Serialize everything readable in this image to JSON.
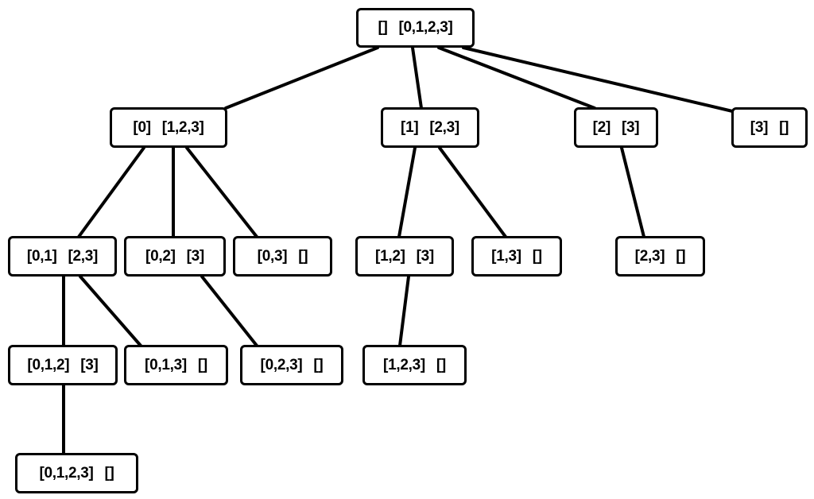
{
  "nodes": [
    {
      "id": "root",
      "left": "[]",
      "right": "[0,1,2,3]"
    },
    {
      "id": "n0",
      "left": "[0]",
      "right": "[1,2,3]"
    },
    {
      "id": "n1",
      "left": "[1]",
      "right": "[2,3]"
    },
    {
      "id": "n2",
      "left": "[2]",
      "right": "[3]"
    },
    {
      "id": "n3",
      "left": "[3]",
      "right": "[]"
    },
    {
      "id": "n01",
      "left": "[0,1]",
      "right": "[2,3]"
    },
    {
      "id": "n02",
      "left": "[0,2]",
      "right": "[3]"
    },
    {
      "id": "n03",
      "left": "[0,3]",
      "right": "[]"
    },
    {
      "id": "n12",
      "left": "[1,2]",
      "right": "[3]"
    },
    {
      "id": "n13",
      "left": "[1,3]",
      "right": "[]"
    },
    {
      "id": "n23",
      "left": "[2,3]",
      "right": "[]"
    },
    {
      "id": "n012",
      "left": "[0,1,2]",
      "right": "[3]"
    },
    {
      "id": "n013",
      "left": "[0,1,3]",
      "right": "[]"
    },
    {
      "id": "n023",
      "left": "[0,2,3]",
      "right": "[]"
    },
    {
      "id": "n123",
      "left": "[1,2,3]",
      "right": "[]"
    },
    {
      "id": "n0123",
      "left": "[0,1,2,3]",
      "right": "[]"
    }
  ],
  "edges": [
    [
      "root",
      "n0"
    ],
    [
      "root",
      "n1"
    ],
    [
      "root",
      "n2"
    ],
    [
      "root",
      "n3"
    ],
    [
      "n0",
      "n01"
    ],
    [
      "n0",
      "n02"
    ],
    [
      "n0",
      "n03"
    ],
    [
      "n1",
      "n12"
    ],
    [
      "n1",
      "n13"
    ],
    [
      "n2",
      "n23"
    ],
    [
      "n01",
      "n012"
    ],
    [
      "n01",
      "n013"
    ],
    [
      "n02",
      "n023"
    ],
    [
      "n12",
      "n123"
    ],
    [
      "n012",
      "n0123"
    ]
  ]
}
